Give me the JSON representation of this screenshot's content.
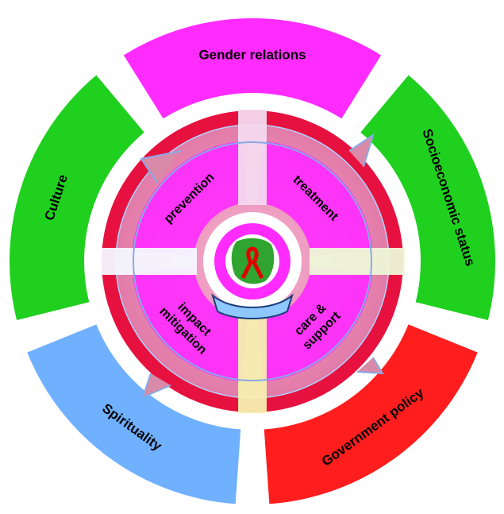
{
  "outer_ring": [
    {
      "label": "Gender relations",
      "color": "#ff2bff"
    },
    {
      "label": "Socioeconomic status",
      "color": "#1fd01f"
    },
    {
      "label": "Government policy",
      "color": "#ff1d1d"
    },
    {
      "label": "Spirituality",
      "color": "#6fb0ff"
    },
    {
      "label": "Culture",
      "color": "#1fd01f"
    }
  ],
  "inner_quadrants": [
    {
      "label": "prevention",
      "color": "#ff2bff"
    },
    {
      "label": "treatment",
      "color": "#ff2bff"
    },
    {
      "label": "care &",
      "label2": "support",
      "color": "#ff2bff"
    },
    {
      "label": "impact",
      "label2": "mitigation",
      "color": "#ff2bff"
    }
  ],
  "center": {
    "emblem": "aids-ribbon-map-icon",
    "ribbon_banner_color": "#8fc7ff"
  }
}
